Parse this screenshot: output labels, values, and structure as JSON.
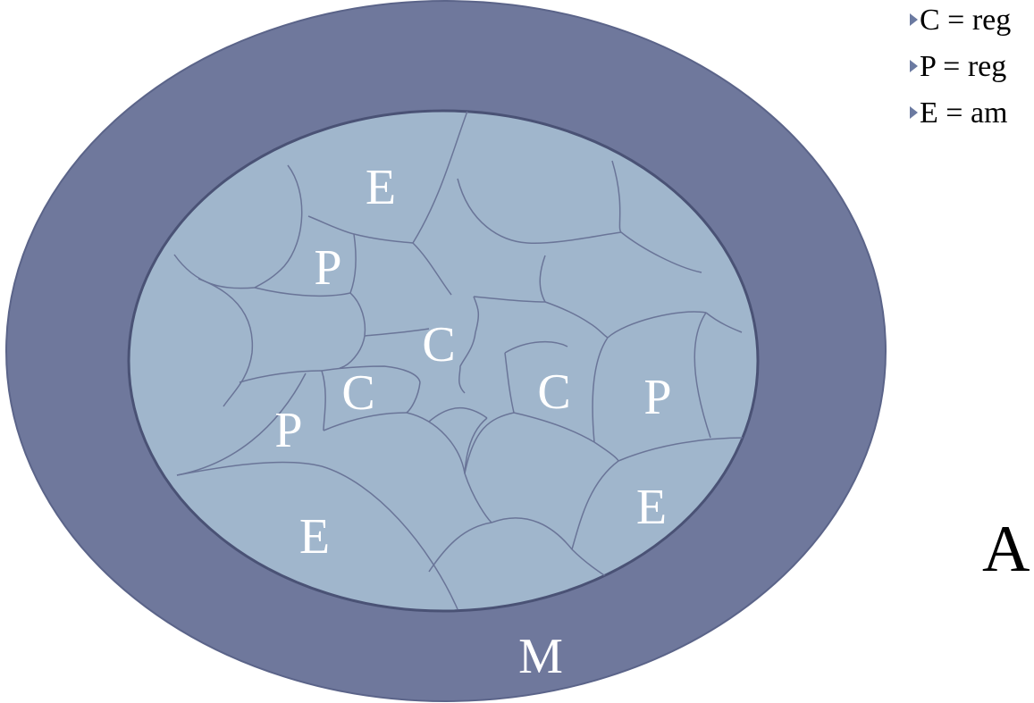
{
  "diagram": {
    "colors": {
      "outer_ring": "#6f789c",
      "inner_field": "#a0b6cc",
      "lines": "#6a7598",
      "label_text": "#ffffff"
    },
    "region_labels": [
      "E",
      "P",
      "C",
      "C",
      "P",
      "C",
      "P",
      "E",
      "E",
      "M"
    ]
  },
  "legend": {
    "items": [
      {
        "text": "C = reg"
      },
      {
        "text": "P = reg"
      },
      {
        "text": "E = am"
      }
    ]
  },
  "big_letter": "A"
}
